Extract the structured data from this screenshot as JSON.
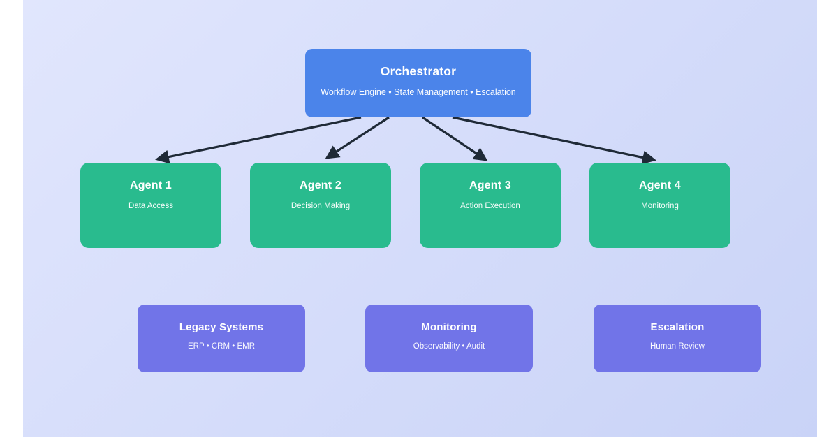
{
  "canvas": {
    "gradient_start": "#e1e6fd",
    "gradient_end": "#c9d3f7",
    "page_background": "#ffffff"
  },
  "colors": {
    "orchestrator_fill": "#4b84ea",
    "agent_fill": "#29bb8e",
    "system_fill": "#7174e8",
    "arrow": "#1f2a37",
    "text": "#ffffff"
  },
  "orchestrator": {
    "title": "Orchestrator",
    "subtitle": "Workflow Engine • State Management • Escalation"
  },
  "agents": [
    {
      "title": "Agent 1",
      "subtitle": "Data Access"
    },
    {
      "title": "Agent 2",
      "subtitle": "Decision Making"
    },
    {
      "title": "Agent 3",
      "subtitle": "Action Execution"
    },
    {
      "title": "Agent 4",
      "subtitle": "Monitoring"
    }
  ],
  "systems": [
    {
      "title": "Legacy Systems",
      "subtitle": "ERP • CRM • EMR"
    },
    {
      "title": "Monitoring",
      "subtitle": "Observability • Audit"
    },
    {
      "title": "Escalation",
      "subtitle": "Human Review"
    }
  ]
}
